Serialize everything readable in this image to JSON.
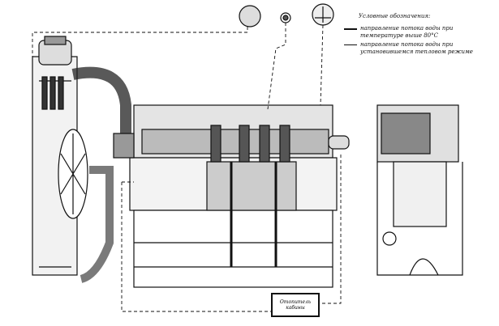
{
  "legend": {
    "title": "Условные обозначения:",
    "items": [
      {
        "label": "направление потока воды при температуре выше 80°С",
        "style": "solid"
      },
      {
        "label": "направление потока воды при установившемся тепловом режиме",
        "style": "thin"
      }
    ]
  },
  "heater_label": "Отопитель кабины"
}
